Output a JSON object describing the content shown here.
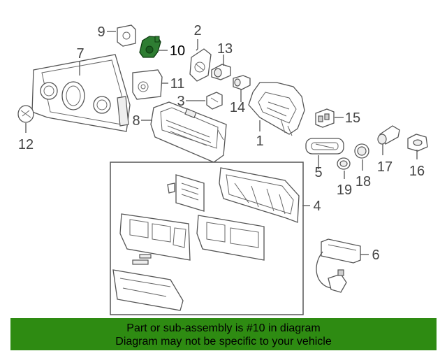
{
  "diagram": {
    "callouts": {
      "c1": "1",
      "c2": "2",
      "c3": "3",
      "c4": "4",
      "c5": "5",
      "c6": "6",
      "c7": "7",
      "c8": "8",
      "c9": "9",
      "c10": "10",
      "c11": "11",
      "c12": "12",
      "c13": "13",
      "c14": "14",
      "c15": "15",
      "c16": "16",
      "c17": "17",
      "c18": "18",
      "c19": "19"
    },
    "highlighted_part": "10",
    "highlight_color": "#2e7d32"
  },
  "banner": {
    "line1": "Part or sub-assembly is #10 in diagram",
    "line2": "Diagram may not be specific to your vehicle",
    "background": "#2e8b12"
  }
}
